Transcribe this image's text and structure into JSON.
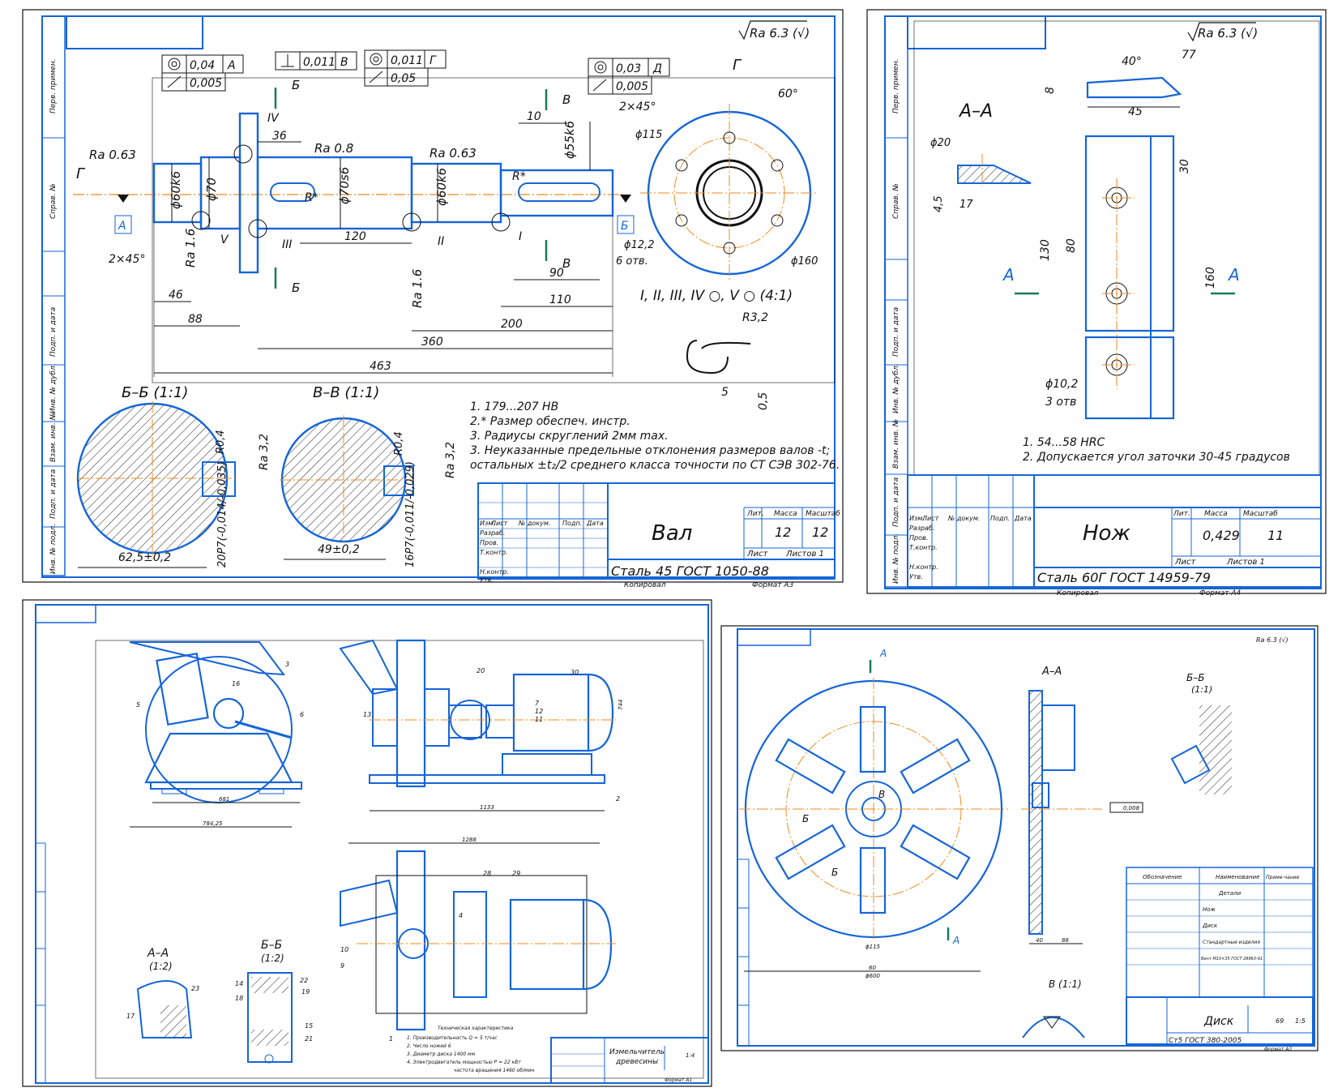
{
  "sheet_val": {
    "roughness": "Ra 6.3 (√)",
    "tol1": [
      "0,04",
      "А",
      "0,005"
    ],
    "tol2": [
      "0,011",
      "В"
    ],
    "tol3": [
      "0,011",
      "Г",
      "0,05"
    ],
    "tol4": [
      "0,03",
      "Д",
      "0,005"
    ],
    "view_g": "Г",
    "ra063": "Ra 0.63",
    "ra08": "Ra 0.8",
    "ra063b": "Ra 0.63",
    "ra16": "Ra 1.6",
    "ra16b": "Ra 1.6",
    "d60k6": "ϕ60k6",
    "d70": "ϕ70",
    "d70s6": "ϕ70s6",
    "d60k6b": "ϕ60k6",
    "d55k6": "ϕ55k6",
    "dim36": "36",
    "dim120": "120",
    "dim10": "10",
    "dim90": "90",
    "dim46": "46",
    "dim88": "88",
    "dim110": "110",
    "dim200": "200",
    "dim360": "360",
    "dim463": "463",
    "cham1": "2×45°",
    "cham2": "2×45°",
    "ang60": "60°",
    "d115": "ϕ115",
    "d12": "ϕ12,2",
    "holes6": "6 отв.",
    "d160": "ϕ160",
    "r32": "R3,2",
    "dim5": "5",
    "dim05": "0,5",
    "rstar": "R*",
    "rstar2": "R*",
    "roman1": "I",
    "roman2": "II",
    "roman3": "III",
    "roman4": "IV",
    "roman5": "V",
    "detail_label": "I, II, III, IV ○, V ○  (4:1)",
    "cut_b": "Б",
    "cut_b2": "Б",
    "cut_v": "В",
    "cut_v2": "В",
    "base_a": "А",
    "base_b": "Б",
    "g_arrow": "Г",
    "sec_bb": "Б–Б (1:1)",
    "sec_vv": "В–В (1:1)",
    "r04a": "R0,4",
    "r04b": "R0,4",
    "ra32a": "Ra 3,2",
    "ra32b": "Ra 3,2",
    "dim625": "62,5±0,2",
    "dim49": "49±0,2",
    "fit20": "20P7(-0,014/-0,035)",
    "fit16": "16P7(-0,011/-0,029)",
    "notes": [
      "1. 179...207 HB",
      "2.* Размер обеспеч. инстр.",
      "3. Радиусы скруглений 2мм max.",
      "3. Неуказанные предельные отклонения размеров валов -t;",
      "остальных ±t₂/2 среднего класса точности по СТ СЭВ 302-76."
    ],
    "title": "Вал",
    "material": "Сталь 45 ГОСТ 1050-88",
    "mass": "12",
    "scale": "12",
    "tb_head": [
      "Лит.",
      "Масса",
      "Масштаб"
    ],
    "sheet": "Лист",
    "sheets": "Листов 1",
    "rows": [
      "Изм.",
      "Лист",
      "№ докум.",
      "Подп.",
      "Дата",
      "Разраб.",
      "Пров.",
      "Т.контр.",
      "Н.контр.",
      "Утв."
    ],
    "copied": "Копировал",
    "format": "Формат   А3",
    "side": [
      "Перв. примен.",
      "Справ. №",
      "Подп. и дата",
      "Инв. № дубл.",
      "Взам. инв. №",
      "Подп. и дата",
      "Инв. № подл."
    ]
  },
  "sheet_knife": {
    "roughness": "Ra 6.3 (√)",
    "sec_aa": "А–А",
    "ang40": "40°",
    "dim77": "77",
    "dim8": "8",
    "dim45": "45",
    "d20": "ϕ20",
    "dim45b": "4,5",
    "dim17": "17",
    "dim30": "30",
    "dim80": "80",
    "dim130": "130",
    "dim160": "160",
    "d102": "ϕ10,2",
    "holes3": "3 отв",
    "cut_a1": "А",
    "cut_a2": "А",
    "notes": [
      "1. 54...58 HRC",
      "2. Допускается угол заточки 30-45 градусов"
    ],
    "title": "Нож",
    "material": "Сталь 60Г ГОСТ 14959-79",
    "mass": "0,429",
    "scale": "11",
    "tb_head": [
      "Лит.",
      "Масса",
      "Масштаб"
    ],
    "sheet": "Лист",
    "sheets": "Листов 1",
    "rows": [
      "Изм.",
      "Лист",
      "№ докум.",
      "Подп.",
      "Дата",
      "Разраб.",
      "Пров.",
      "Т.контр.",
      "Н.контр.",
      "Утв."
    ],
    "copied": "Копировал",
    "format": "Формат   А4",
    "side": [
      "Перв. примен.",
      "Справ. №",
      "Подп. и дата",
      "Инв. № дубл.",
      "Взам. инв. №",
      "Подп. и дата",
      "Инв. № подл."
    ]
  },
  "sheet_assembly": {
    "sec_aa": "А–А",
    "sec_aa_scale": "(1:2)",
    "sec_bb": "Б–Б",
    "sec_bb_scale": "(1:2)",
    "dim681": "681",
    "dim78425": "784,25",
    "dim1133": "1133",
    "dim744": "744",
    "dim1288": "1288",
    "pos": [
      "1",
      "2",
      "3",
      "4",
      "5",
      "6",
      "7",
      "9",
      "10",
      "11",
      "12",
      "13",
      "14",
      "15",
      "16",
      "17",
      "18",
      "19",
      "20",
      "21",
      "22",
      "23",
      "28",
      "29",
      "30"
    ],
    "notes": [
      "Техническая характеристика",
      "1. Производительность Q = 5 т/час",
      "2. Число ножей 6",
      "3. Диаметр диска 1400 мм",
      "4. Электродвигатель мощностью Р = 22 кВт",
      "частота вращения 1460 об/мин"
    ],
    "title": "Измельчитель",
    "subtitle": "древесины",
    "scale": "1:4",
    "format": "Формат А1"
  },
  "sheet_disk": {
    "roughness": "Ra 6.3 (√)",
    "sec_aa": "А–А",
    "sec_bb": "Б–Б",
    "sec_bb_scale": "(1:1)",
    "view_v": "В (1:1)",
    "cut_a1": "А",
    "cut_a2": "А",
    "cut_b1": "Б",
    "cut_b2": "Б",
    "view_b": "В",
    "dim60": "60",
    "dim600": "ϕ600",
    "d115": "ϕ115",
    "dim40": "40",
    "dim86": "86",
    "tol": "0,008",
    "spec_head": [
      "Обозначение",
      "Наименование",
      "Приме-чание"
    ],
    "spec_rows": [
      "Детали",
      "Нож",
      "Диск",
      "Стандартные изделия",
      "Винт М10×35 ГОСТ 28963-91"
    ],
    "title": "Диск",
    "material": "Ст5 ГОСТ 380-2005",
    "mass": "69",
    "scale": "1:5",
    "format": "Формат А2"
  },
  "colors": {
    "outline": "#1565d8",
    "centerline": "#f08a1c",
    "ink": "#111111",
    "section_marker": "#1a7a5a"
  }
}
